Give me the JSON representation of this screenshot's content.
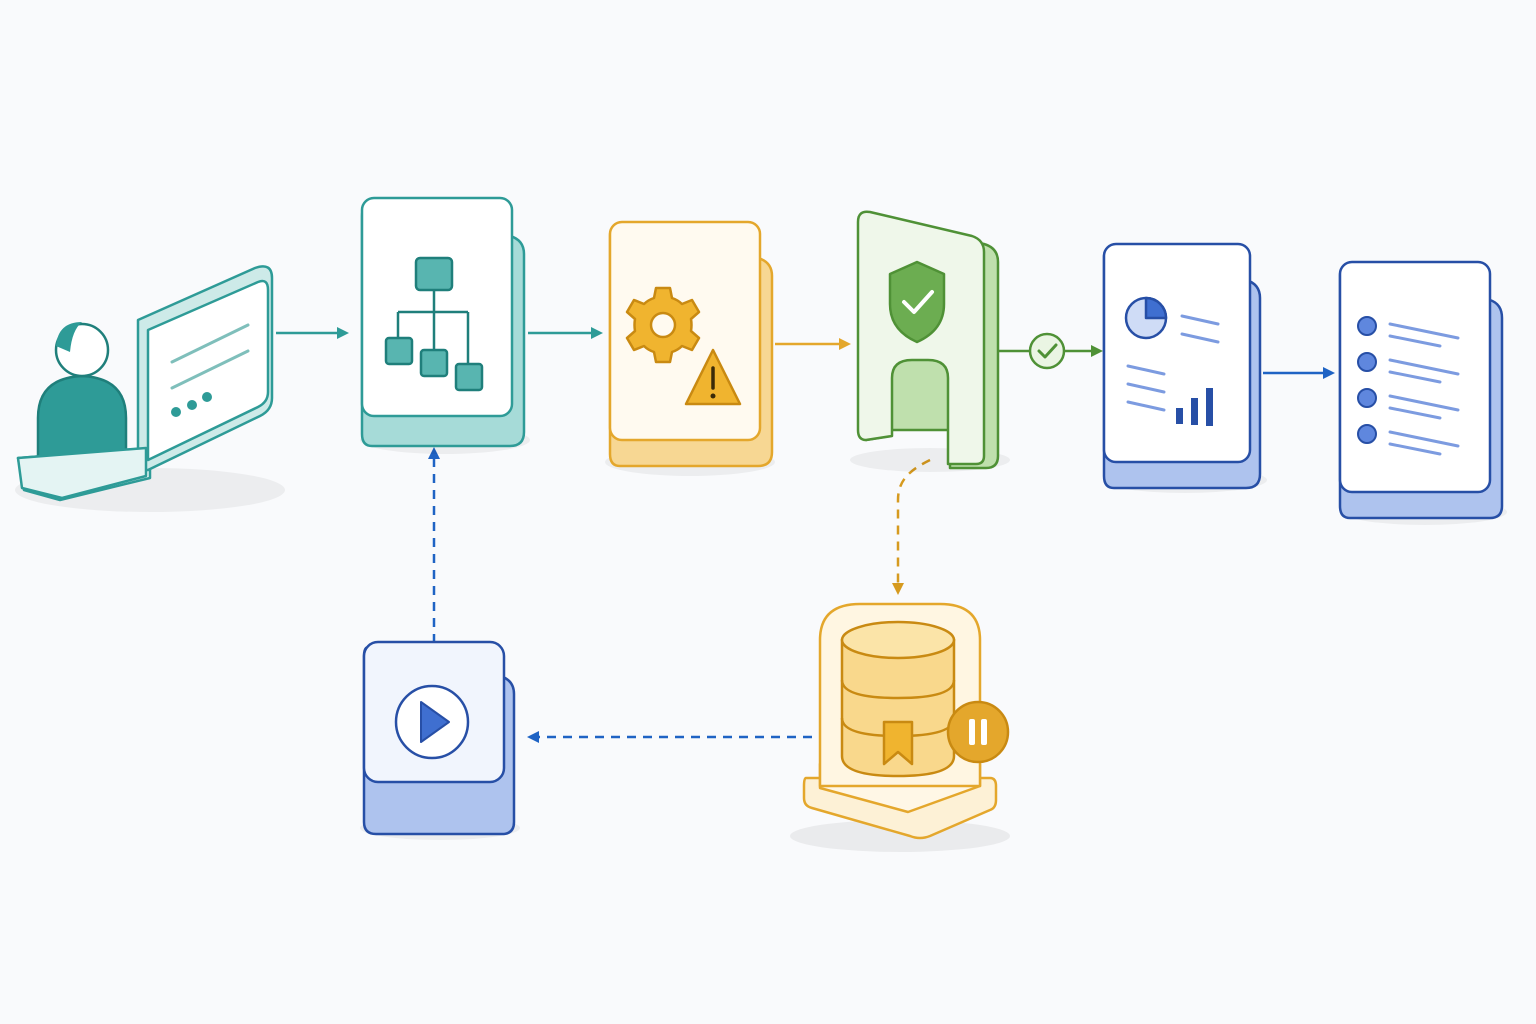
{
  "diagram": {
    "colors": {
      "teal": "#2e9b97",
      "teal_dark": "#1f7f7b",
      "teal_light": "#e4f4f3",
      "amber": "#e4a72c",
      "amber_dark": "#c98a12",
      "amber_light": "#fdf1d6",
      "green": "#6cad51",
      "green_dark": "#4f9136",
      "green_light": "#eaf5e3",
      "blue": "#3f6fd0",
      "blue_dark": "#274fa6",
      "blue_light": "#e6edfb",
      "arrow_blue": "#1f63c4",
      "background": "#f9fafc"
    },
    "nodes": [
      {
        "id": "user-request",
        "icon": "user-chat-icon"
      },
      {
        "id": "process-hierarchy",
        "icon": "org-chart-icon"
      },
      {
        "id": "processing-warning",
        "icon": "gear-warning-icon"
      },
      {
        "id": "security-gate",
        "icon": "shield-check-icon"
      },
      {
        "id": "report",
        "icon": "pie-chart-report-icon"
      },
      {
        "id": "output-list",
        "icon": "bulleted-list-icon"
      },
      {
        "id": "data-store",
        "icon": "database-bookmark-icon"
      },
      {
        "id": "replay",
        "icon": "play-icon"
      }
    ],
    "edges": [
      {
        "from": "user-request",
        "to": "process-hierarchy",
        "style": "solid"
      },
      {
        "from": "process-hierarchy",
        "to": "processing-warning",
        "style": "solid"
      },
      {
        "from": "processing-warning",
        "to": "security-gate",
        "style": "solid"
      },
      {
        "from": "security-gate",
        "to": "report",
        "style": "solid",
        "badge": "check-icon"
      },
      {
        "from": "report",
        "to": "output-list",
        "style": "solid"
      },
      {
        "from": "security-gate",
        "to": "data-store",
        "style": "dashed"
      },
      {
        "from": "data-store",
        "to": "replay",
        "style": "dashed"
      },
      {
        "from": "replay",
        "to": "process-hierarchy",
        "style": "dashed"
      }
    ],
    "badges": {
      "data_store_status": "pause-icon",
      "gate_passed": "check-icon"
    }
  }
}
